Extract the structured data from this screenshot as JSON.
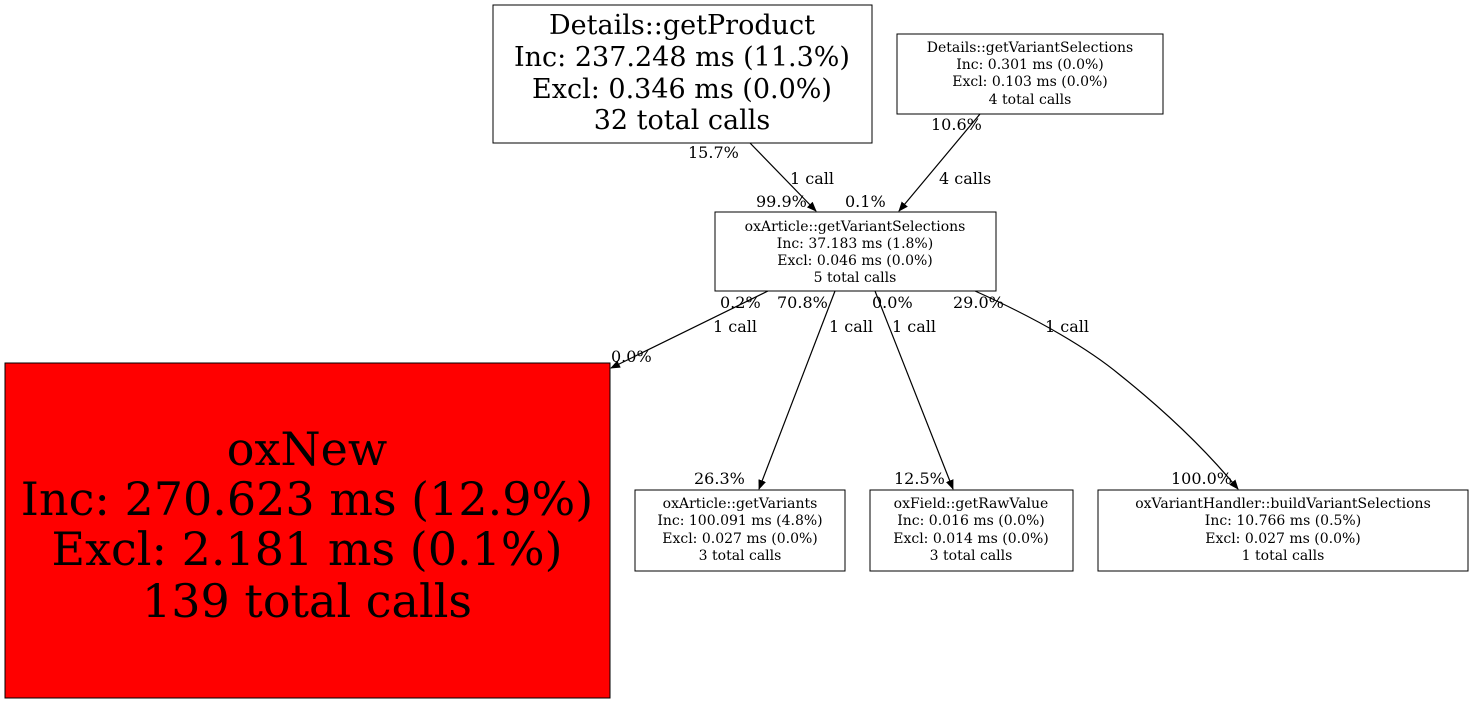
{
  "colors": {
    "hot_node": "#ff0000",
    "node": "#ffffff",
    "stroke": "#000000"
  },
  "nodes": {
    "details_get_product": {
      "name": "Details::getProduct",
      "inc": "Inc: 237.248 ms (11.3%)",
      "excl": "Excl: 0.346 ms (0.0%)",
      "calls": "32 total calls"
    },
    "details_get_variant_selections": {
      "name": "Details::getVariantSelections",
      "inc": "Inc: 0.301 ms (0.0%)",
      "excl": "Excl: 0.103 ms (0.0%)",
      "calls": "4 total calls"
    },
    "oxarticle_get_variant_selections": {
      "name": "oxArticle::getVariantSelections",
      "inc": "Inc: 37.183 ms (1.8%)",
      "excl": "Excl: 0.046 ms (0.0%)",
      "calls": "5 total calls"
    },
    "oxnew": {
      "name": "oxNew",
      "inc": "Inc: 270.623 ms (12.9%)",
      "excl": "Excl: 2.181 ms (0.1%)",
      "calls": "139 total calls"
    },
    "oxarticle_get_variants": {
      "name": "oxArticle::getVariants",
      "inc": "Inc: 100.091 ms (4.8%)",
      "excl": "Excl: 0.027 ms (0.0%)",
      "calls": "3 total calls"
    },
    "oxfield_get_raw_value": {
      "name": "oxField::getRawValue",
      "inc": "Inc: 0.016 ms (0.0%)",
      "excl": "Excl: 0.014 ms (0.0%)",
      "calls": "3 total calls"
    },
    "build_variant_selections": {
      "name": "oxVariantHandler::buildVariantSelections",
      "inc": "Inc: 10.766 ms (0.5%)",
      "excl": "Excl: 0.027 ms (0.0%)",
      "calls": "1 total calls"
    }
  },
  "edges": [
    {
      "tail": "15.7%",
      "label": "1 call",
      "head": "99.9%"
    },
    {
      "tail": "10.6%",
      "label": "4 calls",
      "head": "0.1%"
    },
    {
      "tail": "0.2%",
      "label": "1 call",
      "head": "0.0%"
    },
    {
      "tail": "70.8%",
      "label": "1 call",
      "head": "26.3%"
    },
    {
      "tail": "0.0%",
      "label": "1 call",
      "head": "12.5%"
    },
    {
      "tail": "29.0%",
      "label": "1 call",
      "head": "100.0%"
    }
  ]
}
